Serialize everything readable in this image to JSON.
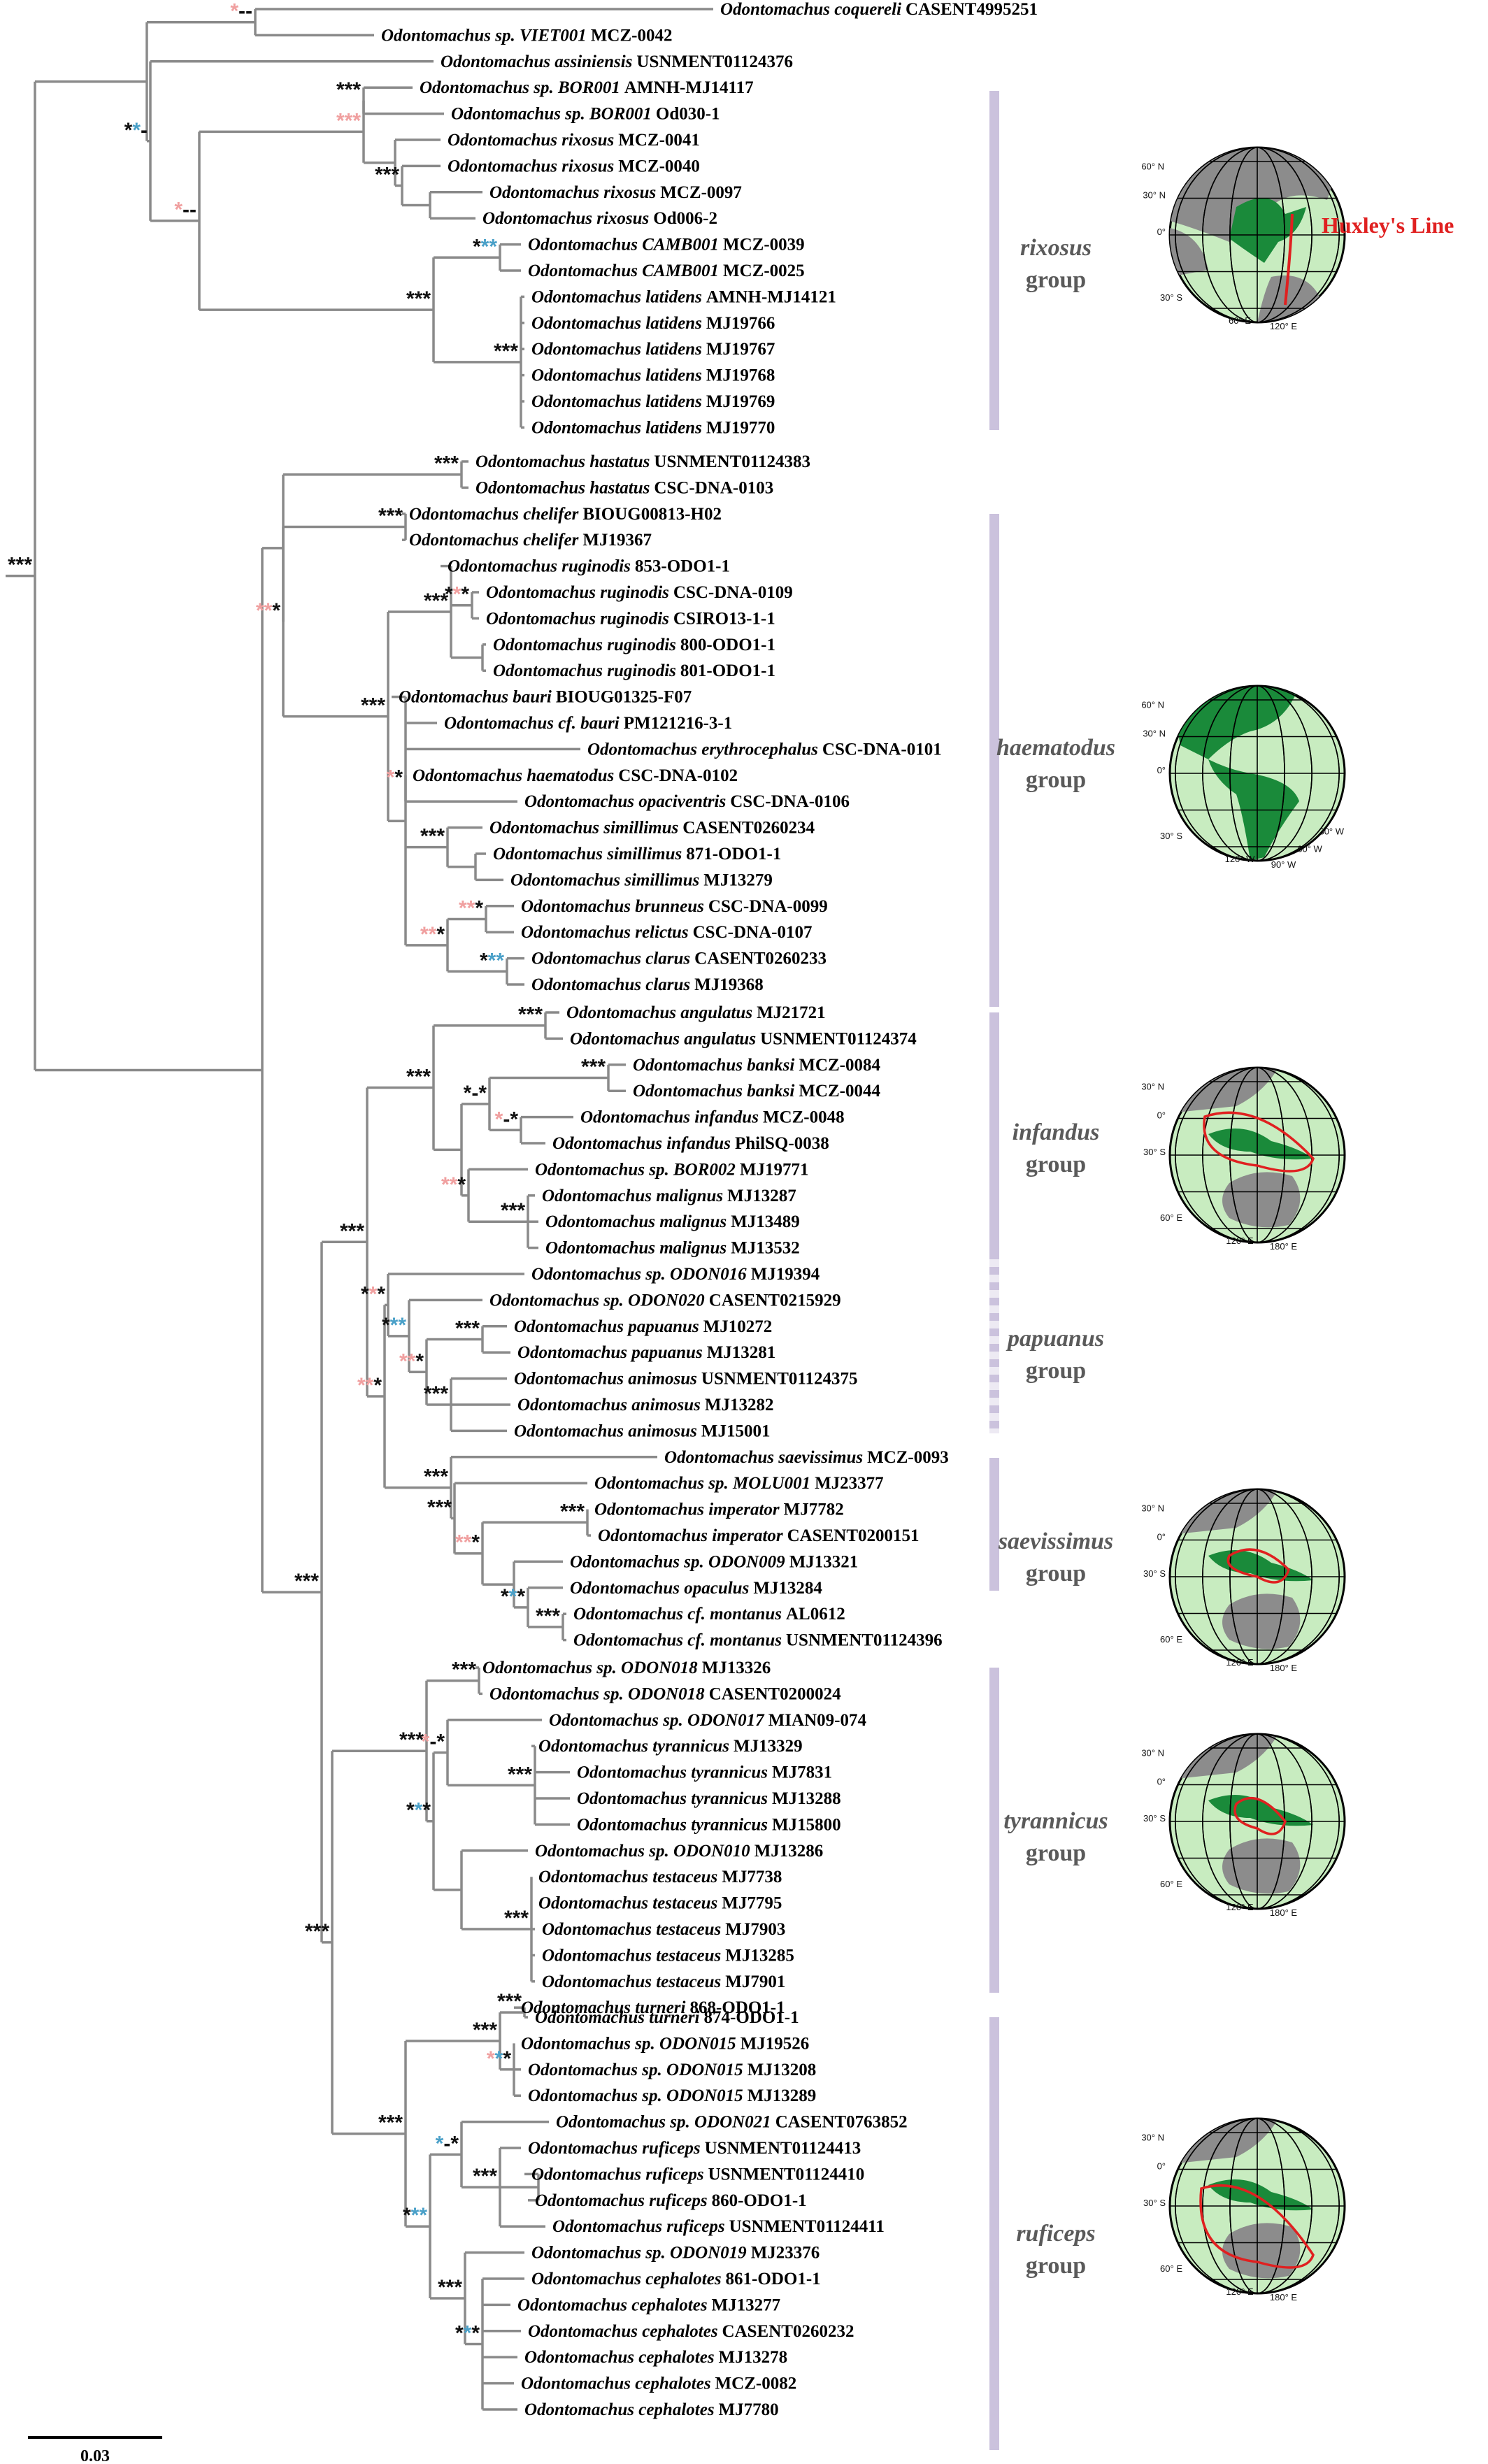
{
  "colors": {
    "branch": "#8a8a8a",
    "bar": "#cbc2dd",
    "black": "#111111",
    "pink": "#f0a0a0",
    "blue": "#4aa0c8",
    "land": "#1a8a3a",
    "ocean": "#c8ecc0",
    "other_land": "#8c8c8c",
    "range": "#e02020"
  },
  "scale_bar": {
    "label": "0.03"
  },
  "tips": [
    {
      "genus": "Odontomachus",
      "species": "coquereli",
      "voucher": "CASENT4995251"
    },
    {
      "genus": "Odontomachus",
      "species": "sp. VIET001",
      "voucher": "MCZ-0042"
    },
    {
      "genus": "Odontomachus",
      "species": "assiniensis",
      "voucher": "USNMENT01124376"
    },
    {
      "genus": "Odontomachus",
      "species": "sp. BOR001",
      "voucher": "AMNH-MJ14117"
    },
    {
      "genus": "Odontomachus",
      "species": "sp. BOR001",
      "voucher": "Od030-1"
    },
    {
      "genus": "Odontomachus",
      "species": "rixosus",
      "voucher": "MCZ-0041"
    },
    {
      "genus": "Odontomachus",
      "species": "rixosus",
      "voucher": "MCZ-0040"
    },
    {
      "genus": "Odontomachus",
      "species": "rixosus",
      "voucher": "MCZ-0097"
    },
    {
      "genus": "Odontomachus",
      "species": "rixosus",
      "voucher": "Od006-2"
    },
    {
      "genus": "Odontomachus",
      "species": "CAMB001",
      "voucher": "MCZ-0039"
    },
    {
      "genus": "Odontomachus",
      "species": "CAMB001",
      "voucher": "MCZ-0025"
    },
    {
      "genus": "Odontomachus",
      "species": "latidens",
      "voucher": "AMNH-MJ14121"
    },
    {
      "genus": "Odontomachus",
      "species": "latidens",
      "voucher": "MJ19766"
    },
    {
      "genus": "Odontomachus",
      "species": "latidens",
      "voucher": "MJ19767"
    },
    {
      "genus": "Odontomachus",
      "species": "latidens",
      "voucher": "MJ19768"
    },
    {
      "genus": "Odontomachus",
      "species": "latidens",
      "voucher": "MJ19769"
    },
    {
      "genus": "Odontomachus",
      "species": "latidens",
      "voucher": "MJ19770"
    },
    {
      "genus": "Odontomachus",
      "species": "hastatus",
      "voucher": "USNMENT01124383"
    },
    {
      "genus": "Odontomachus",
      "species": "hastatus",
      "voucher": "CSC-DNA-0103"
    },
    {
      "genus": "Odontomachus",
      "species": "chelifer",
      "voucher": "BIOUG00813-H02"
    },
    {
      "genus": "Odontomachus",
      "species": "chelifer",
      "voucher": "MJ19367"
    },
    {
      "genus": "Odontomachus",
      "species": "ruginodis",
      "voucher": "853-ODO1-1"
    },
    {
      "genus": "Odontomachus",
      "species": "ruginodis",
      "voucher": "CSC-DNA-0109"
    },
    {
      "genus": "Odontomachus",
      "species": "ruginodis",
      "voucher": "CSIRO13-1-1"
    },
    {
      "genus": "Odontomachus",
      "species": "ruginodis",
      "voucher": "800-ODO1-1"
    },
    {
      "genus": "Odontomachus",
      "species": "ruginodis",
      "voucher": "801-ODO1-1"
    },
    {
      "genus": "Odontomachus",
      "species": "bauri",
      "voucher": "BIOUG01325-F07"
    },
    {
      "genus": "Odontomachus",
      "species": "cf. bauri",
      "voucher": "PM121216-3-1"
    },
    {
      "genus": "Odontomachus",
      "species": "erythrocephalus",
      "voucher": "CSC-DNA-0101"
    },
    {
      "genus": "Odontomachus",
      "species": "haematodus",
      "voucher": "CSC-DNA-0102"
    },
    {
      "genus": "Odontomachus",
      "species": "opaciventris",
      "voucher": "CSC-DNA-0106"
    },
    {
      "genus": "Odontomachus",
      "species": "simillimus",
      "voucher": "CASENT0260234"
    },
    {
      "genus": "Odontomachus",
      "species": "simillimus",
      "voucher": "871-ODO1-1"
    },
    {
      "genus": "Odontomachus",
      "species": "simillimus",
      "voucher": "MJ13279"
    },
    {
      "genus": "Odontomachus",
      "species": "brunneus",
      "voucher": "CSC-DNA-0099"
    },
    {
      "genus": "Odontomachus",
      "species": "relictus",
      "voucher": "CSC-DNA-0107"
    },
    {
      "genus": "Odontomachus",
      "species": "clarus",
      "voucher": "CASENT0260233"
    },
    {
      "genus": "Odontomachus",
      "species": "clarus",
      "voucher": "MJ19368"
    },
    {
      "genus": "Odontomachus",
      "species": "angulatus",
      "voucher": "MJ21721"
    },
    {
      "genus": "Odontomachus",
      "species": "angulatus",
      "voucher": "USNMENT01124374"
    },
    {
      "genus": "Odontomachus",
      "species": "banksi",
      "voucher": "MCZ-0084"
    },
    {
      "genus": "Odontomachus",
      "species": "banksi",
      "voucher": "MCZ-0044"
    },
    {
      "genus": "Odontomachus",
      "species": "infandus",
      "voucher": "MCZ-0048"
    },
    {
      "genus": "Odontomachus",
      "species": "infandus",
      "voucher": "PhilSQ-0038"
    },
    {
      "genus": "Odontomachus",
      "species": "sp. BOR002",
      "voucher": "MJ19771"
    },
    {
      "genus": "Odontomachus",
      "species": "malignus",
      "voucher": "MJ13287"
    },
    {
      "genus": "Odontomachus",
      "species": "malignus",
      "voucher": "MJ13489"
    },
    {
      "genus": "Odontomachus",
      "species": "malignus",
      "voucher": "MJ13532"
    },
    {
      "genus": "Odontomachus",
      "species": "sp. ODON016",
      "voucher": "MJ19394"
    },
    {
      "genus": "Odontomachus",
      "species": "sp. ODON020",
      "voucher": "CASENT0215929"
    },
    {
      "genus": "Odontomachus",
      "species": "papuanus",
      "voucher": "MJ10272"
    },
    {
      "genus": "Odontomachus",
      "species": "papuanus",
      "voucher": "MJ13281"
    },
    {
      "genus": "Odontomachus",
      "species": "animosus",
      "voucher": "USNMENT01124375"
    },
    {
      "genus": "Odontomachus",
      "species": "animosus",
      "voucher": "MJ13282"
    },
    {
      "genus": "Odontomachus",
      "species": "animosus",
      "voucher": "MJ15001"
    },
    {
      "genus": "Odontomachus",
      "species": "saevissimus",
      "voucher": "MCZ-0093"
    },
    {
      "genus": "Odontomachus",
      "species": "sp. MOLU001",
      "voucher": "MJ23377"
    },
    {
      "genus": "Odontomachus",
      "species": "imperator",
      "voucher": "MJ7782"
    },
    {
      "genus": "Odontomachus",
      "species": "imperator",
      "voucher": "CASENT0200151"
    },
    {
      "genus": "Odontomachus",
      "species": "sp. ODON009",
      "voucher": "MJ13321"
    },
    {
      "genus": "Odontomachus",
      "species": "opaculus",
      "voucher": "MJ13284"
    },
    {
      "genus": "Odontomachus",
      "species": "cf. montanus",
      "voucher": "AL0612"
    },
    {
      "genus": "Odontomachus",
      "species": "cf. montanus",
      "voucher": "USNMENT01124396"
    },
    {
      "genus": "Odontomachus",
      "species": "sp. ODON018",
      "voucher": "MJ13326"
    },
    {
      "genus": "Odontomachus",
      "species": "sp. ODON018",
      "voucher": "CASENT0200024"
    },
    {
      "genus": "Odontomachus",
      "species": "sp. ODON017",
      "voucher": "MIAN09-074"
    },
    {
      "genus": "Odontomachus",
      "species": "tyrannicus",
      "voucher": "MJ13329"
    },
    {
      "genus": "Odontomachus",
      "species": "tyrannicus",
      "voucher": "MJ7831"
    },
    {
      "genus": "Odontomachus",
      "species": "tyrannicus",
      "voucher": "MJ13288"
    },
    {
      "genus": "Odontomachus",
      "species": "tyrannicus",
      "voucher": "MJ15800"
    },
    {
      "genus": "Odontomachus",
      "species": "sp. ODON010",
      "voucher": "MJ13286"
    },
    {
      "genus": "Odontomachus",
      "species": "testaceus",
      "voucher": "MJ7738"
    },
    {
      "genus": "Odontomachus",
      "species": "testaceus",
      "voucher": "MJ7795"
    },
    {
      "genus": "Odontomachus",
      "species": "testaceus",
      "voucher": "MJ7903"
    },
    {
      "genus": "Odontomachus",
      "species": "testaceus",
      "voucher": "MJ13285"
    },
    {
      "genus": "Odontomachus",
      "species": "testaceus",
      "voucher": "MJ7901"
    },
    {
      "genus": "Odontomachus",
      "species": "turneri",
      "voucher": "868-ODO1-1"
    },
    {
      "genus": "Odontomachus",
      "species": "turneri",
      "voucher": "874-ODO1-1"
    },
    {
      "genus": "Odontomachus",
      "species": "sp. ODON015",
      "voucher": "MJ19526"
    },
    {
      "genus": "Odontomachus",
      "species": "sp. ODON015",
      "voucher": "MJ13208"
    },
    {
      "genus": "Odontomachus",
      "species": "sp. ODON015",
      "voucher": "MJ13289"
    },
    {
      "genus": "Odontomachus",
      "species": "sp. ODON021",
      "voucher": "CASENT0763852"
    },
    {
      "genus": "Odontomachus",
      "species": "ruficeps",
      "voucher": "USNMENT01124413"
    },
    {
      "genus": "Odontomachus",
      "species": "ruficeps",
      "voucher": "USNMENT01124410"
    },
    {
      "genus": "Odontomachus",
      "species": "ruficeps",
      "voucher": "860-ODO1-1"
    },
    {
      "genus": "Odontomachus",
      "species": "ruficeps",
      "voucher": "USNMENT01124411"
    },
    {
      "genus": "Odontomachus",
      "species": "sp. ODON019",
      "voucher": "MJ23376"
    },
    {
      "genus": "Odontomachus",
      "species": "cephalotes",
      "voucher": "861-ODO1-1"
    },
    {
      "genus": "Odontomachus",
      "species": "cephalotes",
      "voucher": "MJ13277"
    },
    {
      "genus": "Odontomachus",
      "species": "cephalotes",
      "voucher": "CASENT0260232"
    },
    {
      "genus": "Odontomachus",
      "species": "cephalotes",
      "voucher": "MJ13278"
    },
    {
      "genus": "Odontomachus",
      "species": "cephalotes",
      "voucher": "MCZ-0082"
    },
    {
      "genus": "Odontomachus",
      "species": "cephalotes",
      "voucher": "MJ7780"
    }
  ],
  "support": [
    {
      "symbols": [
        "***"
      ],
      "colors": [
        "black"
      ]
    },
    {
      "symbols": [
        "*",
        "-",
        "-"
      ],
      "colors": [
        "pink",
        "black",
        "black"
      ]
    },
    {
      "symbols": [
        "*",
        "*",
        "-"
      ],
      "colors": [
        "black",
        "blue",
        "black"
      ]
    },
    {
      "symbols": [
        "*",
        "-",
        "-"
      ],
      "colors": [
        "pink",
        "black",
        "black"
      ]
    },
    {
      "symbols": [
        "***"
      ],
      "colors": [
        "pink"
      ]
    },
    {
      "symbols": [
        "***"
      ],
      "colors": [
        "black"
      ]
    },
    {
      "symbols": [
        "***"
      ],
      "colors": [
        "black"
      ]
    },
    {
      "symbols": [
        "***"
      ],
      "colors": [
        "black"
      ]
    },
    {
      "symbols": [
        "*",
        "**"
      ],
      "colors": [
        "black",
        "blue"
      ]
    },
    {
      "symbols": [
        "***"
      ],
      "colors": [
        "black"
      ]
    },
    {
      "symbols": [
        "***"
      ],
      "colors": [
        "black"
      ]
    },
    {
      "symbols": [
        "***"
      ],
      "colors": [
        "black"
      ]
    },
    {
      "symbols": [
        "**",
        "*"
      ],
      "colors": [
        "pink",
        "black"
      ]
    },
    {
      "symbols": [
        "***"
      ],
      "colors": [
        "black"
      ]
    },
    {
      "symbols": [
        "***"
      ],
      "colors": [
        "black"
      ]
    },
    {
      "symbols": [
        "*",
        "*",
        "*"
      ],
      "colors": [
        "black",
        "pink",
        "black"
      ]
    },
    {
      "symbols": [
        "*",
        "*"
      ],
      "colors": [
        "pink",
        "black"
      ]
    },
    {
      "symbols": [
        "***"
      ],
      "colors": [
        "black"
      ]
    },
    {
      "symbols": [
        "**",
        "*"
      ],
      "colors": [
        "pink",
        "black"
      ]
    },
    {
      "symbols": [
        "**",
        "*"
      ],
      "colors": [
        "pink",
        "black"
      ]
    },
    {
      "symbols": [
        "*",
        "**"
      ],
      "colors": [
        "black",
        "blue"
      ]
    },
    {
      "symbols": [
        "***"
      ],
      "colors": [
        "black"
      ]
    },
    {
      "symbols": [
        "***"
      ],
      "colors": [
        "black"
      ]
    },
    {
      "symbols": [
        "***"
      ],
      "colors": [
        "black"
      ]
    },
    {
      "symbols": [
        "*",
        "-",
        "*"
      ],
      "colors": [
        "black",
        "black",
        "black"
      ]
    },
    {
      "symbols": [
        "***"
      ],
      "colors": [
        "black"
      ]
    },
    {
      "symbols": [
        "*",
        "-",
        "*"
      ],
      "colors": [
        "pink",
        "black",
        "black"
      ]
    },
    {
      "symbols": [
        "**",
        "*"
      ],
      "colors": [
        "pink",
        "black"
      ]
    },
    {
      "symbols": [
        "***"
      ],
      "colors": [
        "black"
      ]
    },
    {
      "symbols": [
        "***"
      ],
      "colors": [
        "black"
      ]
    },
    {
      "symbols": [
        "*",
        "*",
        "*"
      ],
      "colors": [
        "black",
        "pink",
        "black"
      ]
    },
    {
      "symbols": [
        "*",
        "**"
      ],
      "colors": [
        "black",
        "blue"
      ]
    },
    {
      "symbols": [
        "***"
      ],
      "colors": [
        "black"
      ]
    },
    {
      "symbols": [
        "**",
        "*"
      ],
      "colors": [
        "pink",
        "black"
      ]
    },
    {
      "symbols": [
        "***"
      ],
      "colors": [
        "black"
      ]
    },
    {
      "symbols": [
        "**",
        "*"
      ],
      "colors": [
        "pink",
        "black"
      ]
    },
    {
      "symbols": [
        "***"
      ],
      "colors": [
        "black"
      ]
    },
    {
      "symbols": [
        "***"
      ],
      "colors": [
        "black"
      ]
    },
    {
      "symbols": [
        "***"
      ],
      "colors": [
        "black"
      ]
    },
    {
      "symbols": [
        "**",
        "*"
      ],
      "colors": [
        "pink",
        "black"
      ]
    },
    {
      "symbols": [
        "*",
        "*",
        "*"
      ],
      "colors": [
        "black",
        "blue",
        "black"
      ]
    },
    {
      "symbols": [
        "***"
      ],
      "colors": [
        "black"
      ]
    },
    {
      "symbols": [
        "***"
      ],
      "colors": [
        "black"
      ]
    },
    {
      "symbols": [
        "***"
      ],
      "colors": [
        "black"
      ]
    },
    {
      "symbols": [
        "*",
        "-",
        "*"
      ],
      "colors": [
        "pink",
        "black",
        "black"
      ]
    },
    {
      "symbols": [
        "***"
      ],
      "colors": [
        "black"
      ]
    },
    {
      "symbols": [
        "***"
      ],
      "colors": [
        "black"
      ]
    },
    {
      "symbols": [
        "*",
        "*",
        "*"
      ],
      "colors": [
        "black",
        "blue",
        "black"
      ]
    },
    {
      "symbols": [
        "***"
      ],
      "colors": [
        "black"
      ]
    },
    {
      "symbols": [
        "***"
      ],
      "colors": [
        "black"
      ]
    },
    {
      "symbols": [
        "***"
      ],
      "colors": [
        "black"
      ]
    },
    {
      "symbols": [
        "***"
      ],
      "colors": [
        "black"
      ]
    },
    {
      "symbols": [
        "*",
        "*",
        "*"
      ],
      "colors": [
        "pink",
        "blue",
        "black"
      ]
    },
    {
      "symbols": [
        "*",
        "-",
        "*"
      ],
      "colors": [
        "blue",
        "black",
        "black"
      ]
    },
    {
      "symbols": [
        "***"
      ],
      "colors": [
        "black"
      ]
    },
    {
      "symbols": [
        "*",
        "**"
      ],
      "colors": [
        "black",
        "blue"
      ]
    },
    {
      "symbols": [
        "***"
      ],
      "colors": [
        "black"
      ]
    },
    {
      "symbols": [
        "*",
        "*",
        "*"
      ],
      "colors": [
        "black",
        "blue",
        "black"
      ]
    }
  ],
  "groups": [
    {
      "name": "rixosus",
      "word": "group"
    },
    {
      "name": "haematodus",
      "word": "group"
    },
    {
      "name": "infandus",
      "word": "group"
    },
    {
      "name": "papuanus",
      "word": "group"
    },
    {
      "name": "saevissimus",
      "word": "group"
    },
    {
      "name": "tyrannicus",
      "word": "group"
    },
    {
      "name": "ruficeps",
      "word": "group"
    }
  ],
  "globes": [
    {
      "view": "asia",
      "labels": [
        "60° N",
        "30° N",
        "0°",
        "30° S",
        "60° E",
        "120° E"
      ],
      "annotation": "Huxley's Line"
    },
    {
      "view": "americas",
      "labels": [
        "60° N",
        "30° N",
        "0°",
        "30° S",
        "120° W",
        "90° W",
        "60° W",
        "30° W"
      ]
    },
    {
      "view": "australasia",
      "labels": [
        "30° N",
        "0°",
        "30° S",
        "60° E",
        "120° E",
        "180° E"
      ]
    },
    {
      "view": "australasia",
      "labels": [
        "30° N",
        "0°",
        "30° S",
        "60° E",
        "120° E",
        "180° E"
      ]
    },
    {
      "view": "australasia",
      "labels": [
        "30° N",
        "0°",
        "30° S",
        "60° E",
        "120° E",
        "180° E"
      ]
    },
    {
      "view": "australasia",
      "labels": [
        "30° N",
        "0°",
        "30° S",
        "60° E",
        "120° E",
        "180° E"
      ]
    }
  ]
}
